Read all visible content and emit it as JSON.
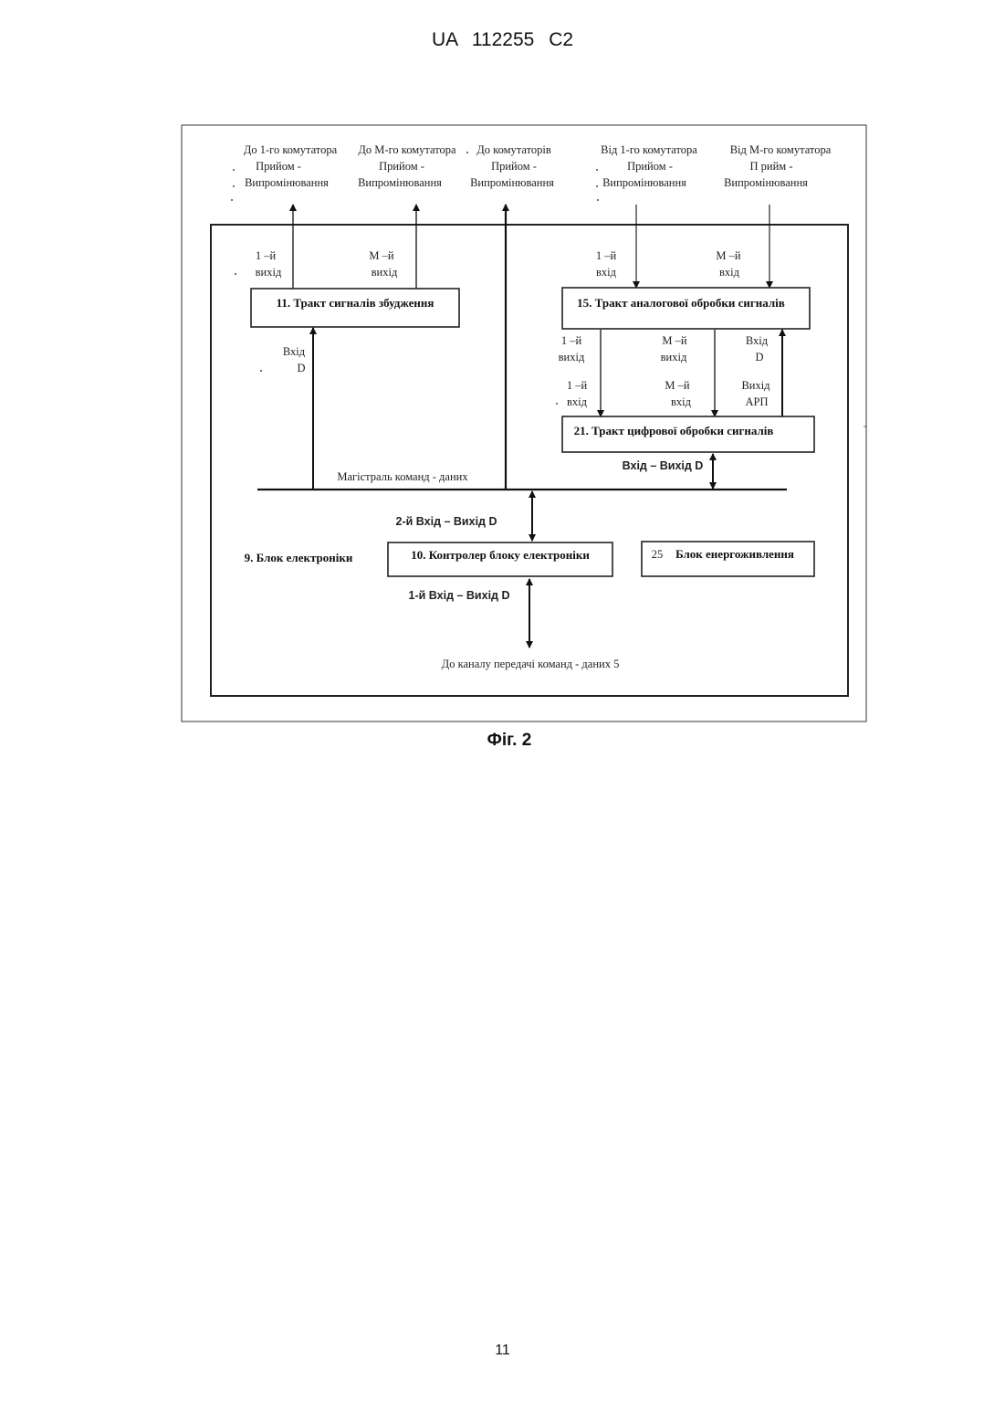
{
  "header": {
    "left": "UA",
    "number": "112255",
    "kind": "C2"
  },
  "caption": "Фіг. 2",
  "page_number": "11",
  "top_labels": {
    "to_first": [
      "До 1-го комутатора",
      "Прийом -",
      "Випромінювання"
    ],
    "to_m": [
      "До М-го комутатора",
      "Прийом -",
      "Випромінювання"
    ],
    "to_all": [
      "До комутаторів",
      "Прийом -",
      "Випромінювання"
    ],
    "from_first": [
      "Від 1-го комутатора",
      "Прийом -",
      "Випромінювання"
    ],
    "from_m": [
      "Від М-го комутатора",
      "П рийм -",
      "Випромінювання"
    ]
  },
  "blocks": {
    "b11": "11.  Тракт сигналів збудження",
    "b15": "15. Тракт аналогової обробки сигналів",
    "b21": "21.  Тракт цифрової обробки сигналів",
    "b10": "10.  Контролер  блоку електроніки",
    "b25_num": "25",
    "b25": "Блок енергоживлення",
    "b9": "9. Блок електроніки"
  },
  "ports": {
    "b11_out1": [
      "1 –й",
      "вихід"
    ],
    "b11_outm": [
      "М –й",
      "вихід"
    ],
    "b11_in": [
      "Вхід",
      "D"
    ],
    "b15_in1": [
      "1 –й",
      "вхід"
    ],
    "b15_inm": [
      "М –й",
      "вхід"
    ],
    "b15_out1": [
      "1 –й",
      "вихід"
    ],
    "b15_outm": [
      "М –й",
      "вихід"
    ],
    "b15_ind": [
      "Вхід",
      "D"
    ],
    "b21_in1": [
      "1 –й",
      "вхід"
    ],
    "b21_inm": [
      "М –й",
      "вхід"
    ],
    "b21_arp": [
      "Вихід",
      "АРП"
    ],
    "b21_io": "Вхід – Вихід D",
    "b10_in2": "2-й Вхід – Вихід D",
    "b10_in1": "1-й Вхід – Вихід D"
  },
  "bus_label": "Магістраль команд - даних",
  "bottom_label": "До каналу передачі команд - даних 5"
}
